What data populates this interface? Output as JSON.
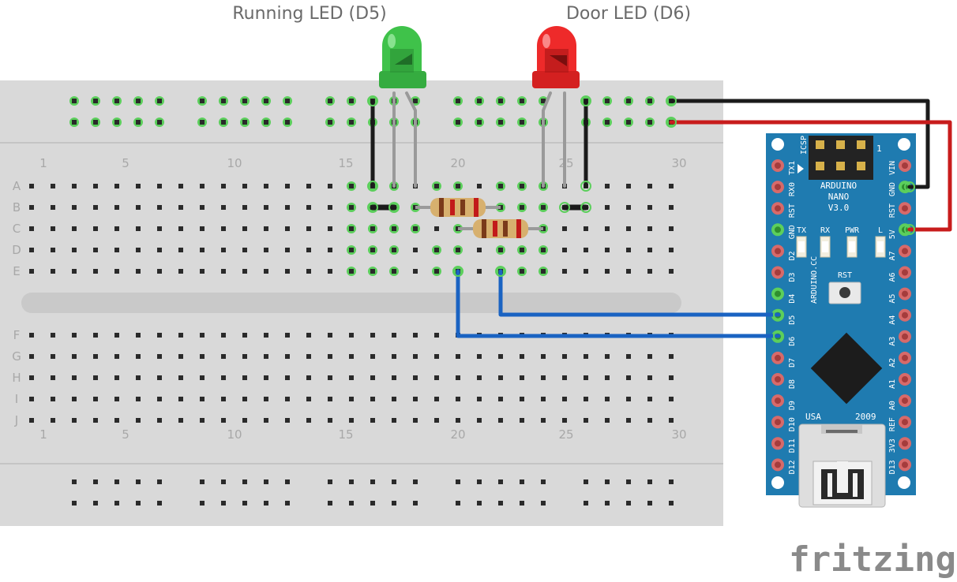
{
  "labels": {
    "running_led": "Running LED (D5)",
    "door_led": "Door LED (D6)",
    "brand": "fritzing"
  },
  "breadboard": {
    "column_numbers": [
      "1",
      "5",
      "10",
      "15",
      "20",
      "25",
      "30"
    ],
    "rows_top": [
      "A",
      "B",
      "C",
      "D",
      "E"
    ],
    "rows_bottom": [
      "F",
      "G",
      "H",
      "I",
      "J"
    ]
  },
  "arduino": {
    "board_name": "ARDUINO",
    "board_model": "NANO",
    "board_version": "V3.0",
    "site": "ARDUINO.CC",
    "country": "USA",
    "year": "2009",
    "icsp_label": "ICSP",
    "icsp_pin1": "1",
    "reset_label": "RST",
    "indicator_labels": [
      "TX",
      "RX",
      "PWR",
      "L"
    ],
    "left_pins": [
      "TX1",
      "RX0",
      "RST",
      "GND",
      "D2",
      "D3",
      "D4",
      "D5",
      "D6",
      "D7",
      "D8",
      "D9",
      "D10",
      "D11",
      "D12"
    ],
    "right_pins": [
      "VIN",
      "GND",
      "RST",
      "5V",
      "A7",
      "A6",
      "A5",
      "A4",
      "A3",
      "A2",
      "A1",
      "A0",
      "REF",
      "3V3",
      "D13"
    ]
  },
  "colors": {
    "breadboard": "#d9d9d9",
    "pcb": "#1f7bb0",
    "wire_gnd": "#1b1b1b",
    "wire_5v": "#c81c1c",
    "wire_signal": "#1a63c2",
    "led_green": "#3fc24a",
    "led_red": "#ee2a2a",
    "connected_hole": "#5ccf5c"
  }
}
